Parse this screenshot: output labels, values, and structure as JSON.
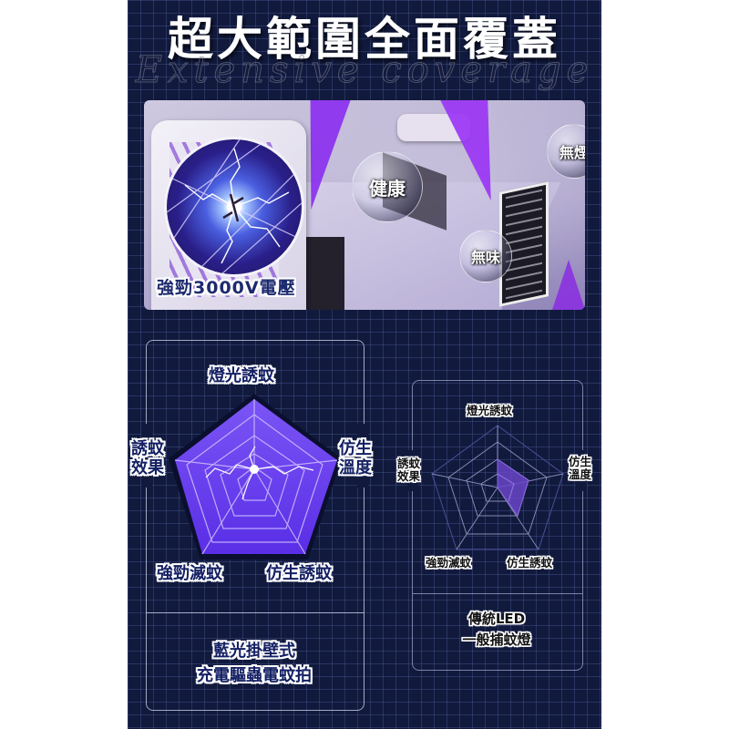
{
  "header": {
    "title": "超大範圍全面覆蓋",
    "subtitle": "Extensive coverage"
  },
  "hero_image": {
    "voltage_label": "強勁3000V電壓",
    "bubbles": [
      "健康",
      "無煙",
      "無味"
    ]
  },
  "colors": {
    "background": "#111a3d",
    "grid_line": "#2a355f",
    "radar_fill_primary": "#6a3cf0",
    "radar_fill_secondary": "#6a45c8",
    "label_fill": "#142063",
    "accent_purple": "#8b2cf0"
  },
  "comparison": {
    "left": {
      "axes": [
        "燈光誘蚊",
        "仿生溫度",
        "仿生誘蚊",
        "強勁滅蚊",
        "誘蚊效果"
      ],
      "axis_labels_display": {
        "top": "燈光誘蚊",
        "right_line1": "仿生",
        "right_line2": "溫度",
        "bottom_right": "仿生誘蚊",
        "bottom_left": "強勁滅蚊",
        "left_line1": "誘蚊",
        "left_line2": "效果"
      },
      "product_line1": "藍光掛壁式",
      "product_line2": "充電驅蟲電蚊拍"
    },
    "right": {
      "axes": [
        "燈光誘蚊",
        "仿生溫度",
        "仿生誘蚊",
        "強勁滅蚊",
        "誘蚊效果"
      ],
      "axis_labels_display": {
        "top": "燈光誘蚊",
        "right_line1": "仿生",
        "right_line2": "溫度",
        "bottom_right": "仿生誘蚊",
        "bottom_left": "強勁滅蚊",
        "left_line1": "誘蚊",
        "left_line2": "效果"
      },
      "product_line1": "傳統LED",
      "product_line2": "一般捕蚊燈"
    }
  },
  "chart_data": [
    {
      "type": "radar",
      "title": "藍光掛壁式 充電驅蟲電蚊拍",
      "categories": [
        "燈光誘蚊",
        "仿生溫度",
        "仿生誘蚊",
        "強勁滅蚊",
        "誘蚊效果"
      ],
      "values": [
        5,
        5,
        5,
        5,
        5
      ],
      "range": [
        0,
        5
      ],
      "rings": 5
    },
    {
      "type": "radar",
      "title": "傳統LED 一般捕蚊燈",
      "categories": [
        "燈光誘蚊",
        "仿生溫度",
        "仿生誘蚊",
        "強勁滅蚊",
        "誘蚊效果"
      ],
      "values": [
        2,
        2,
        2,
        0,
        0
      ],
      "range": [
        0,
        5
      ],
      "rings": 5
    }
  ]
}
